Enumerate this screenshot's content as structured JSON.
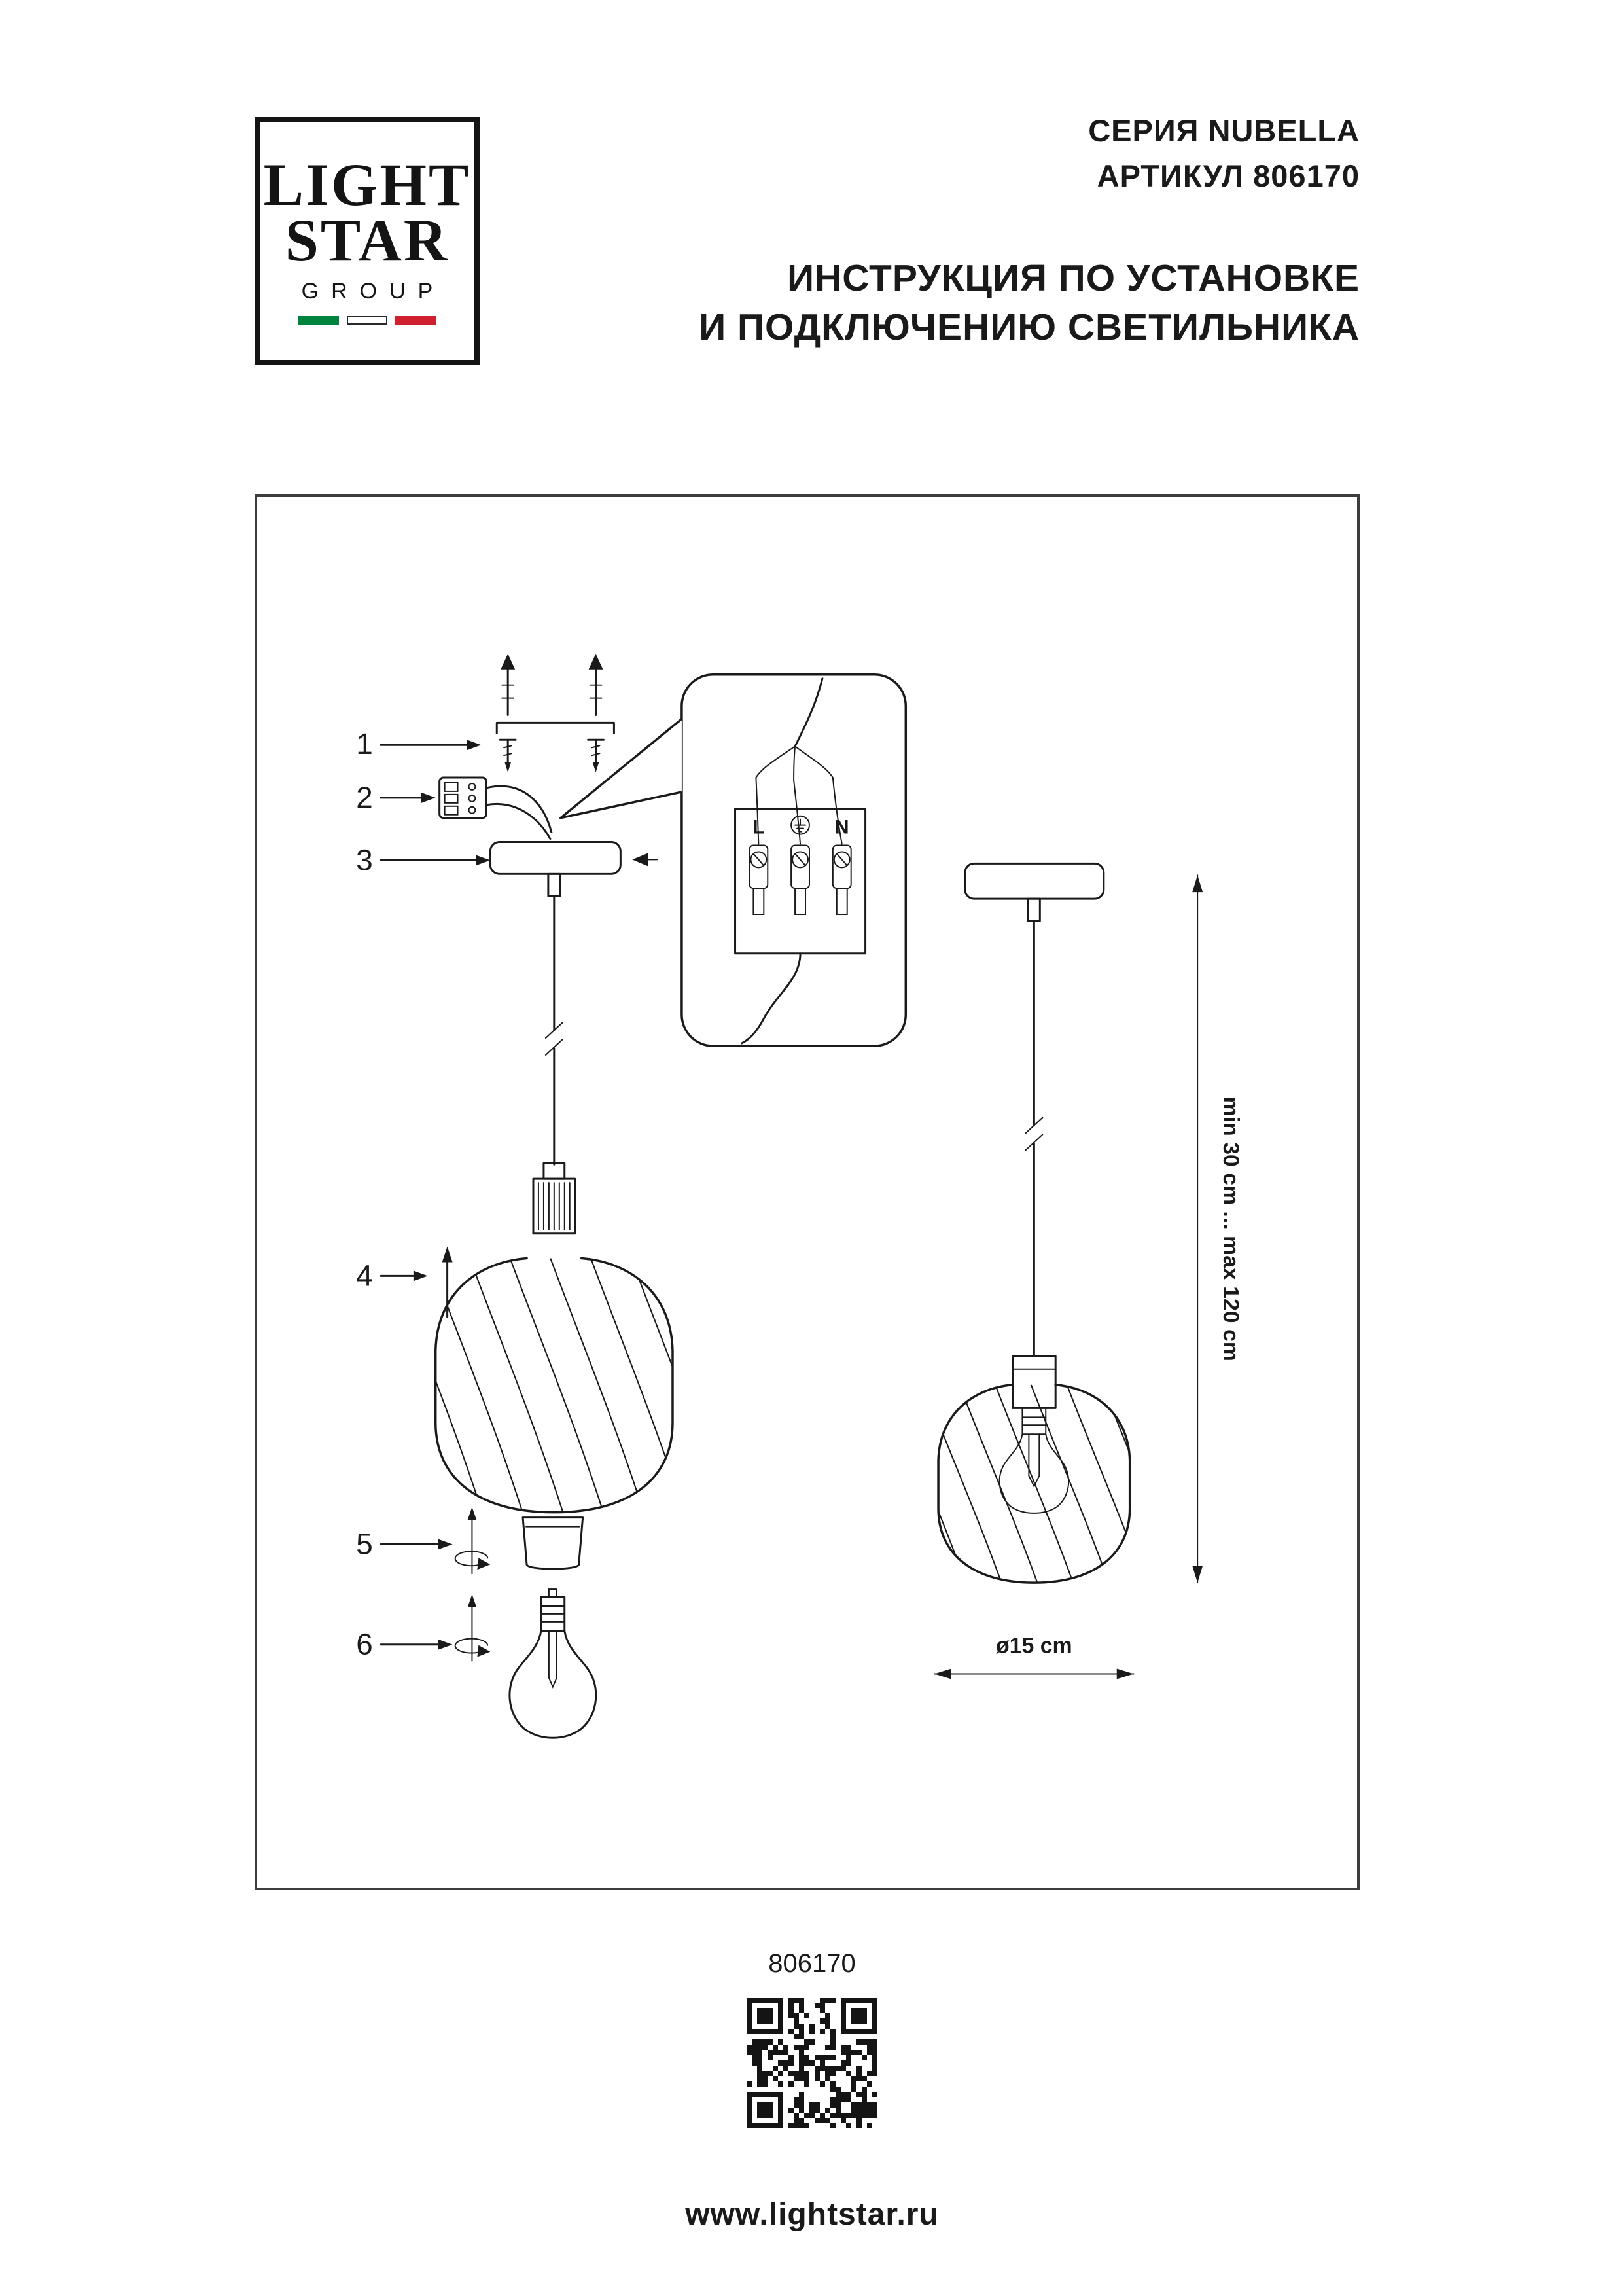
{
  "logo": {
    "line1": "LIGHT",
    "line2": "STAR",
    "line3": "GROUP",
    "flag_colors": [
      "#00843d",
      "#ffffff",
      "#cf2030"
    ]
  },
  "header": {
    "series": "СЕРИЯ NUBELLA",
    "article": "АРТИКУЛ 806170",
    "title_line1": "ИНСТРУКЦИЯ ПО УСТАНОВКЕ",
    "title_line2": "И ПОДКЛЮЧЕНИЮ СВЕТИЛЬНИКА"
  },
  "diagram": {
    "steps": [
      "1",
      "2",
      "3",
      "4",
      "5",
      "6"
    ],
    "terminal": {
      "live": "L",
      "neutral": "N"
    },
    "dimensions": {
      "vertical": "min 30 cm ... max 120 cm",
      "horizontal": "ø15 cm"
    },
    "line_color": "#1a1a1a"
  },
  "footer": {
    "article": "806170",
    "website": "www.lightstar.ru"
  }
}
